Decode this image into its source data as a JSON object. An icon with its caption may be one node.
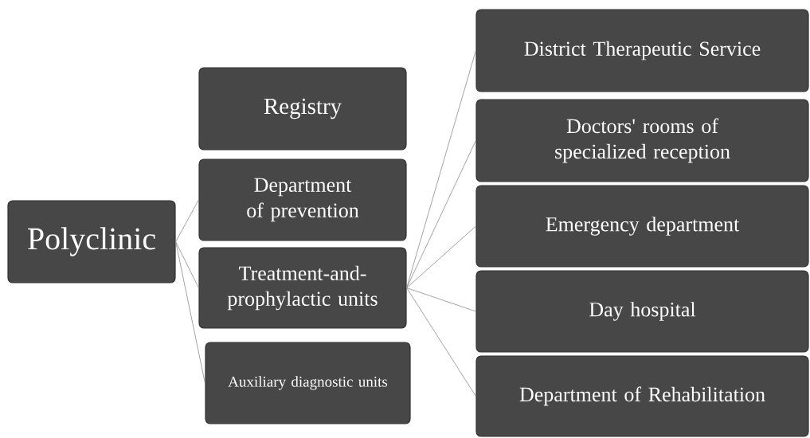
{
  "diagram": {
    "nodes": [
      {
        "text": [
          "Polyclinic"
        ]
      },
      {
        "text": [
          "Registry"
        ]
      },
      {
        "text": [
          "Department of prevention"
        ]
      },
      {
        "text": [
          "Treatment-and-prophylactic units"
        ]
      },
      {
        "text": [
          "Auxiliary diagnostic units"
        ]
      },
      {
        "text": [
          "District Therapeutic Service"
        ]
      },
      {
        "text": [
          "Doctors' rooms of specialized reception"
        ]
      },
      {
        "text": [
          "Emergency department"
        ]
      },
      {
        "text": [
          "Day hospital"
        ]
      },
      {
        "text": [
          "Department of Rehabilitation"
        ]
      }
    ],
    "edges": [
      {
        "from": 0,
        "to": 2,
        "arrow": "none"
      },
      {
        "from": 0,
        "to": 3,
        "arrow": "none"
      },
      {
        "from": 0,
        "to": 4,
        "arrow": "none"
      },
      {
        "from": 3,
        "to": 5,
        "arrow": "none"
      },
      {
        "from": 3,
        "to": 6,
        "arrow": "none"
      },
      {
        "from": 3,
        "to": 7,
        "arrow": "none"
      },
      {
        "from": 3,
        "to": 8,
        "arrow": "none"
      },
      {
        "from": 3,
        "to": 9,
        "arrow": "none"
      }
    ]
  }
}
